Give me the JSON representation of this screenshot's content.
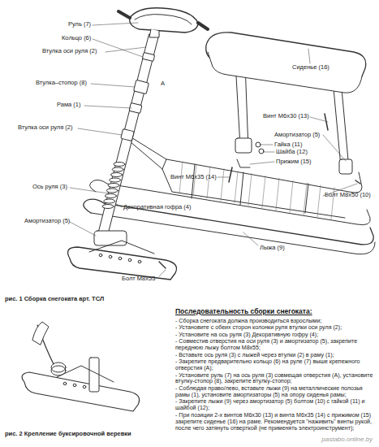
{
  "diagram": {
    "title": "Последовательность сборки снегоката:",
    "labels": [
      "Руль (7)",
      "Кольцо (6)",
      "Втулка оси руля (2)",
      "Втулка–стопор (8)",
      "Рама (1)",
      "Втулка оси руля (2)",
      "Ось руля (3)",
      "Декоративная гофра (4)",
      "Амортизатор (5)",
      "Болт М8х55",
      "A",
      "Сиденье (16)",
      "Винт М6х30 (13)",
      "Амортизатор (5)",
      "Гайка (11)",
      "Шайба (12)",
      "Прижим (15)",
      "Винт М6х35 (14)",
      "Болт М8х50 (10)",
      "Лыжа (9)",
      "рис. 1 Сборка снегоката арт. ТСЛ",
      "рис. 2 Крепление буксировочной веревки",
      "- Сборка снегоката должна производиться взрослыми;",
      "- Установите с обеих сторон колонки руля втулки оси руля (2);",
      "- Установите на ось руля (3) Декоративную гофру (4);",
      "- Совместив отверстия на оси руля (3) и амортизатор (5), закрепите переднюю лыжу болтом М8х55;",
      "- Вставьте ось руля (3) с лыжей через втулки (2) в раму (1);",
      "- Закрепите предварительно кольцо (6) на руле (7) выше крепежного отверстия (А);",
      "- Установите руль (7) на ось руля (3) совмещая отверстия (А), установите втулку-стопор (8), закрепите втулку-стопор;",
      "- Соблюдая право/лево, вставьте лыжи (9) на металлические полозья рамы (1), установите амортизаторы (5) на опору сиденья рамы;",
      "- Закрепите лыжи (9) через амортизатор (5) болтом (10) с гайкой (11) и шайбой (12);",
      "- При позиции 2-х винтов М6х30 (13) и винта М6х35 (14) с прижимом (15) закрепите сиденье (16) на раме. Рекомендуется \"наживить\" винты рукой, после чего затянуть отверткой (не применять электроинструмент);",
      "pastabo.online.by"
    ]
  }
}
